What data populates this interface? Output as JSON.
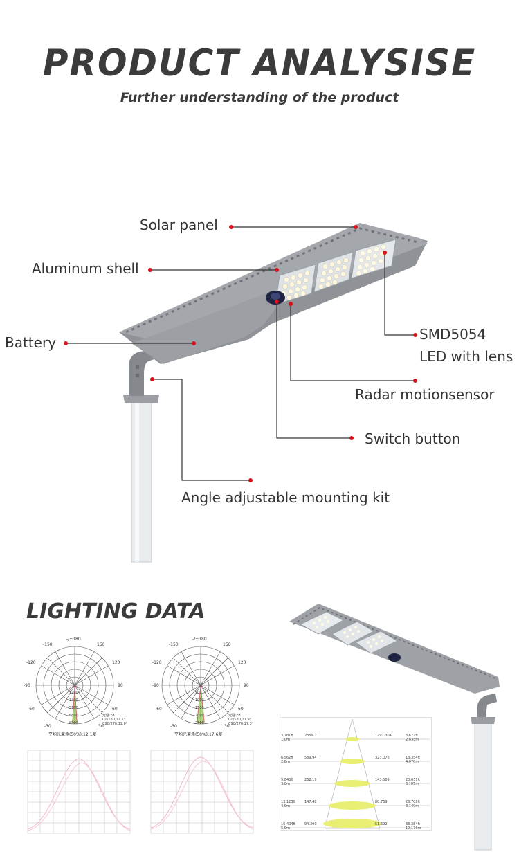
{
  "header": {
    "title": "PRODUCT ANALYSISE",
    "subtitle": "Further understanding of the product"
  },
  "callouts": {
    "solar_panel": "Solar panel",
    "aluminum_shell": "Aluminum shell",
    "battery": "Battery",
    "smd_line1": "SMD5054",
    "smd_line2": "LED with lens",
    "radar": "Radar motionsensor",
    "switch": "Switch button",
    "mount": "Angle adjustable mounting kit"
  },
  "lighting": {
    "title": "LIGHTING DATA",
    "polar1": {
      "top": "-/+180",
      "t150": "150",
      "tm150": "-150",
      "t120": "120",
      "tm120": "-120",
      "t90": "90",
      "tm90": "-90",
      "t60": "60",
      "tm60": "-60",
      "t30": "30",
      "tm30": "-30",
      "r1": "1700",
      "r2": "3400",
      "r3": "5100",
      "r4": "6800",
      "r5": "8500",
      "legend_unit": "光强:cd",
      "legend_c0": "C0/180,12.1°",
      "legend_c90": "C90/270,12.0°",
      "caption": "平均光束角(50%):12.1度"
    },
    "polar2": {
      "top": "-/+180",
      "t150": "150",
      "tm150": "-150",
      "t120": "120",
      "tm120": "-120",
      "t90": "90",
      "tm90": "-90",
      "t60": "60",
      "tm60": "-60",
      "t30": "30",
      "tm30": "-30",
      "r1": "500",
      "r2": "1000",
      "r3": "1500",
      "r4": "2000",
      "r5": "2500",
      "legend_unit": "光强:cd",
      "legend_c0": "C0/180,17.9°",
      "legend_c90": "C90/270,17.3°",
      "caption": "平均光束角(50%):17.6度"
    },
    "cone_rows": [
      {
        "left_top": "3.281ft",
        "left_bottom": "1.0m",
        "left_val": "2359.7",
        "right_val": "1292.304",
        "right_top": "6.677ft",
        "right_bottom": "2.035m"
      },
      {
        "left_top": "6.562ft",
        "left_bottom": "2.0m",
        "left_val": "589.94",
        "right_val": "323.076",
        "right_top": "13.354ft",
        "right_bottom": "4.070m"
      },
      {
        "left_top": "9.843ft",
        "left_bottom": "3.0m",
        "left_val": "262.19",
        "right_val": "143.589",
        "right_top": "20.031ft",
        "right_bottom": "6.105m"
      },
      {
        "left_top": "13.123ft",
        "left_bottom": "4.0m",
        "left_val": "147.48",
        "right_val": "80.769",
        "right_top": "26.708ft",
        "right_bottom": "8.140m"
      },
      {
        "left_top": "16.404ft",
        "left_bottom": "5.0m",
        "left_val": "94.390",
        "right_val": "51.692",
        "right_top": "33.384ft",
        "right_bottom": "10.176m"
      }
    ]
  }
}
